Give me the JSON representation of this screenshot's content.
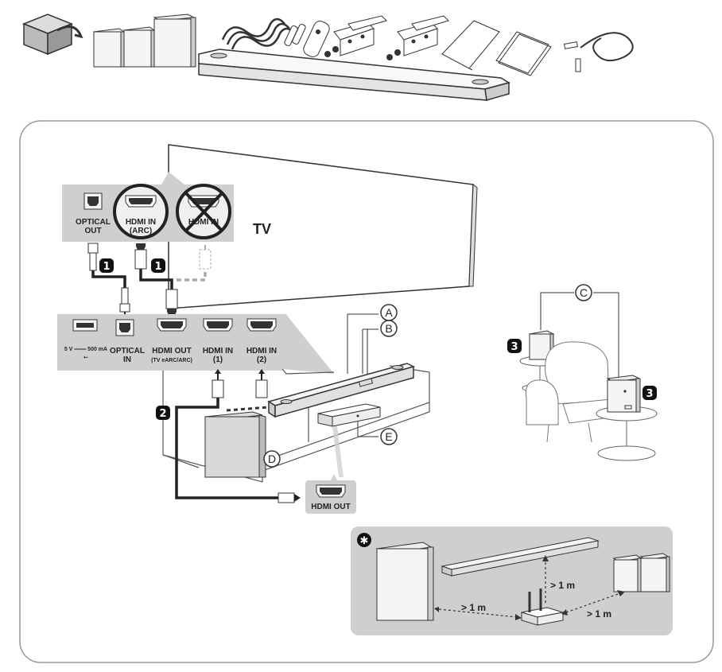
{
  "tv": {
    "label": "TV"
  },
  "tv_ports": {
    "optical_out": [
      "OPTICAL",
      "OUT"
    ],
    "hdmi_in_arc": [
      "HDMI IN",
      "(ARC)"
    ],
    "hdmi_in": "HDMI IN"
  },
  "soundbar_ports": {
    "usb": [
      "5 V ═══ 500 mA",
      "⭠"
    ],
    "optical_in": [
      "OPTICAL",
      "IN"
    ],
    "hdmi_out": [
      "HDMI OUT",
      "(TV eARC/ARC)"
    ],
    "hdmi_in_1": [
      "HDMI IN",
      "(1)"
    ],
    "hdmi_in_2": [
      "HDMI IN",
      "(2)"
    ]
  },
  "external_device": {
    "port": "HDMI OUT"
  },
  "steps": {
    "s1": "1",
    "s2": "2",
    "s3": "3"
  },
  "callouts": {
    "a": "A",
    "b": "B",
    "c": "C",
    "d": "D",
    "e": "E"
  },
  "note": {
    "star": "✱",
    "distance_1": "> 1 m",
    "distance_2": "> 1 m",
    "distance_3": "> 1 m"
  },
  "colors": {
    "panel": "#cfcfcf",
    "stroke": "#333333",
    "frame": "#999999"
  }
}
